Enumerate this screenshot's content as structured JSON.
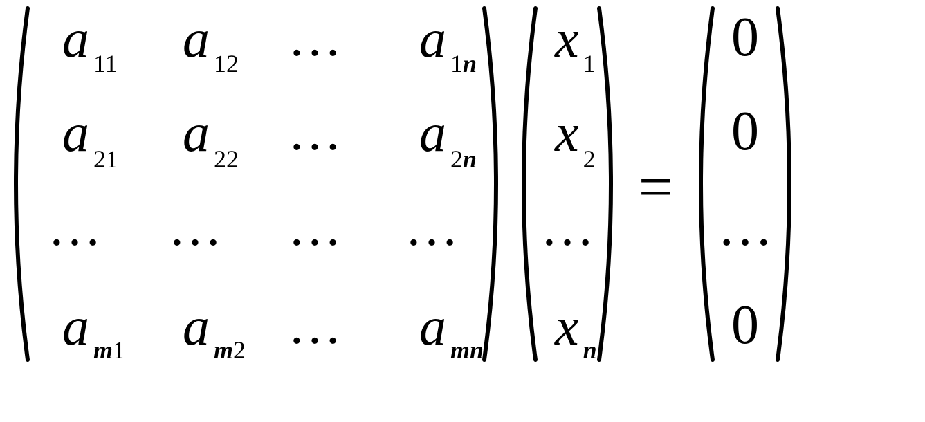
{
  "equation": {
    "coefficient_matrix": {
      "rows": [
        [
          {
            "base": "a",
            "sub": [
              {
                "t": "11",
                "it": false
              }
            ]
          },
          {
            "base": "a",
            "sub": [
              {
                "t": "12",
                "it": false
              }
            ]
          },
          {
            "dots": "…"
          },
          {
            "base": "a",
            "sub": [
              {
                "t": "1",
                "it": false
              },
              {
                "t": "n",
                "it": true
              }
            ]
          }
        ],
        [
          {
            "base": "a",
            "sub": [
              {
                "t": "21",
                "it": false
              }
            ]
          },
          {
            "base": "a",
            "sub": [
              {
                "t": "22",
                "it": false
              }
            ]
          },
          {
            "dots": "…"
          },
          {
            "base": "a",
            "sub": [
              {
                "t": "2",
                "it": false
              },
              {
                "t": "n",
                "it": true
              }
            ]
          }
        ],
        [
          {
            "dots": "…"
          },
          {
            "dots": "…"
          },
          {
            "dots": "…"
          },
          {
            "dots": "…"
          }
        ],
        [
          {
            "base": "a",
            "sub": [
              {
                "t": "m",
                "it": true
              },
              {
                "t": "1",
                "it": false
              }
            ]
          },
          {
            "base": "a",
            "sub": [
              {
                "t": "m",
                "it": true
              },
              {
                "t": "2",
                "it": false
              }
            ]
          },
          {
            "dots": "…"
          },
          {
            "base": "a",
            "sub": [
              {
                "t": "mn",
                "it": true
              }
            ]
          }
        ]
      ]
    },
    "unknown_vector": [
      {
        "base": "x",
        "sub": [
          {
            "t": "1",
            "it": false
          }
        ]
      },
      {
        "base": "x",
        "sub": [
          {
            "t": "2",
            "it": false
          }
        ]
      },
      {
        "dots": "…"
      },
      {
        "base": "x",
        "sub": [
          {
            "t": "n",
            "it": true
          }
        ]
      }
    ],
    "equals_sign": "=",
    "zero_vector": [
      "0",
      "0",
      "…",
      "0"
    ]
  },
  "colors": {
    "ink": "#000000",
    "background": "#ffffff"
  }
}
